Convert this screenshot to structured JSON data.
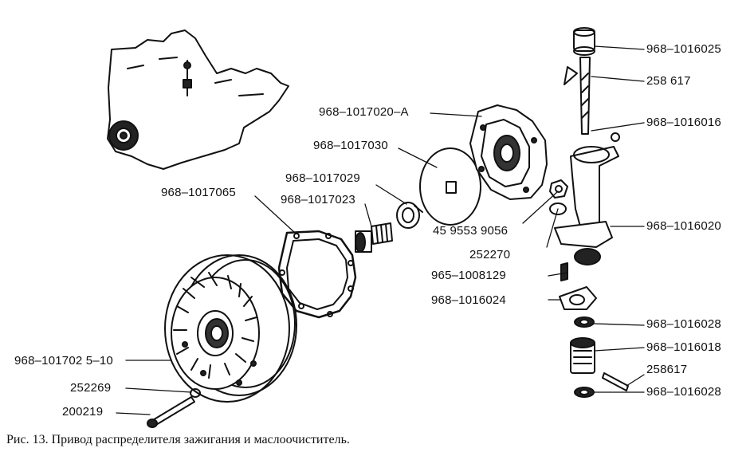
{
  "caption": "Рис. 13. Привод распределителя зажигания и маслоочиститель.",
  "labels": {
    "p1016025": "968–1016025",
    "p258617a": "258 617",
    "p1016016": "968–1016016",
    "p1017020a": "968–1017020–А",
    "p1017030": "968–1017030",
    "p1017029": "968–1017029",
    "p1017065": "968–1017065",
    "p1017023": "968–1017023",
    "p4595539056": "45 9553 9056",
    "p252270": "252270",
    "p1016020": "968–1016020",
    "p1008129": "965–1008129",
    "p1016024": "968–1016024",
    "p1016028a": "968–1016028",
    "p1016018": "968–1016018",
    "p258617b": "258617",
    "p1016028b": "968–1016028",
    "p101702510": "968–101702 5–10",
    "p252269": "252269",
    "p200219": "200219"
  }
}
